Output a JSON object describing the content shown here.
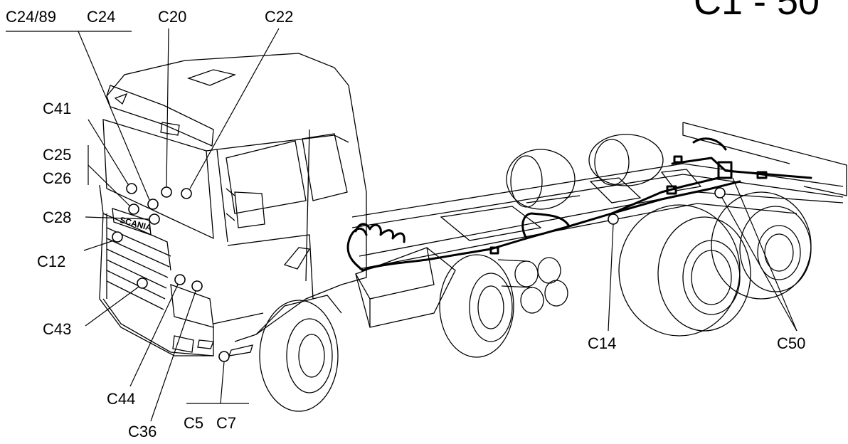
{
  "diagram": {
    "title": "C1 - 50",
    "connectors": {
      "c24_89": "C24/89",
      "c24": "C24",
      "c20": "C20",
      "c22": "C22",
      "c41": "C41",
      "c25": "C25",
      "c26": "C26",
      "c28": "C28",
      "c12": "C12",
      "c43": "C43",
      "c44": "C44",
      "c36": "C36",
      "c5": "C5",
      "c7": "C7",
      "c14": "C14",
      "c50": "C50"
    },
    "brand_logo": "SCANIA"
  }
}
